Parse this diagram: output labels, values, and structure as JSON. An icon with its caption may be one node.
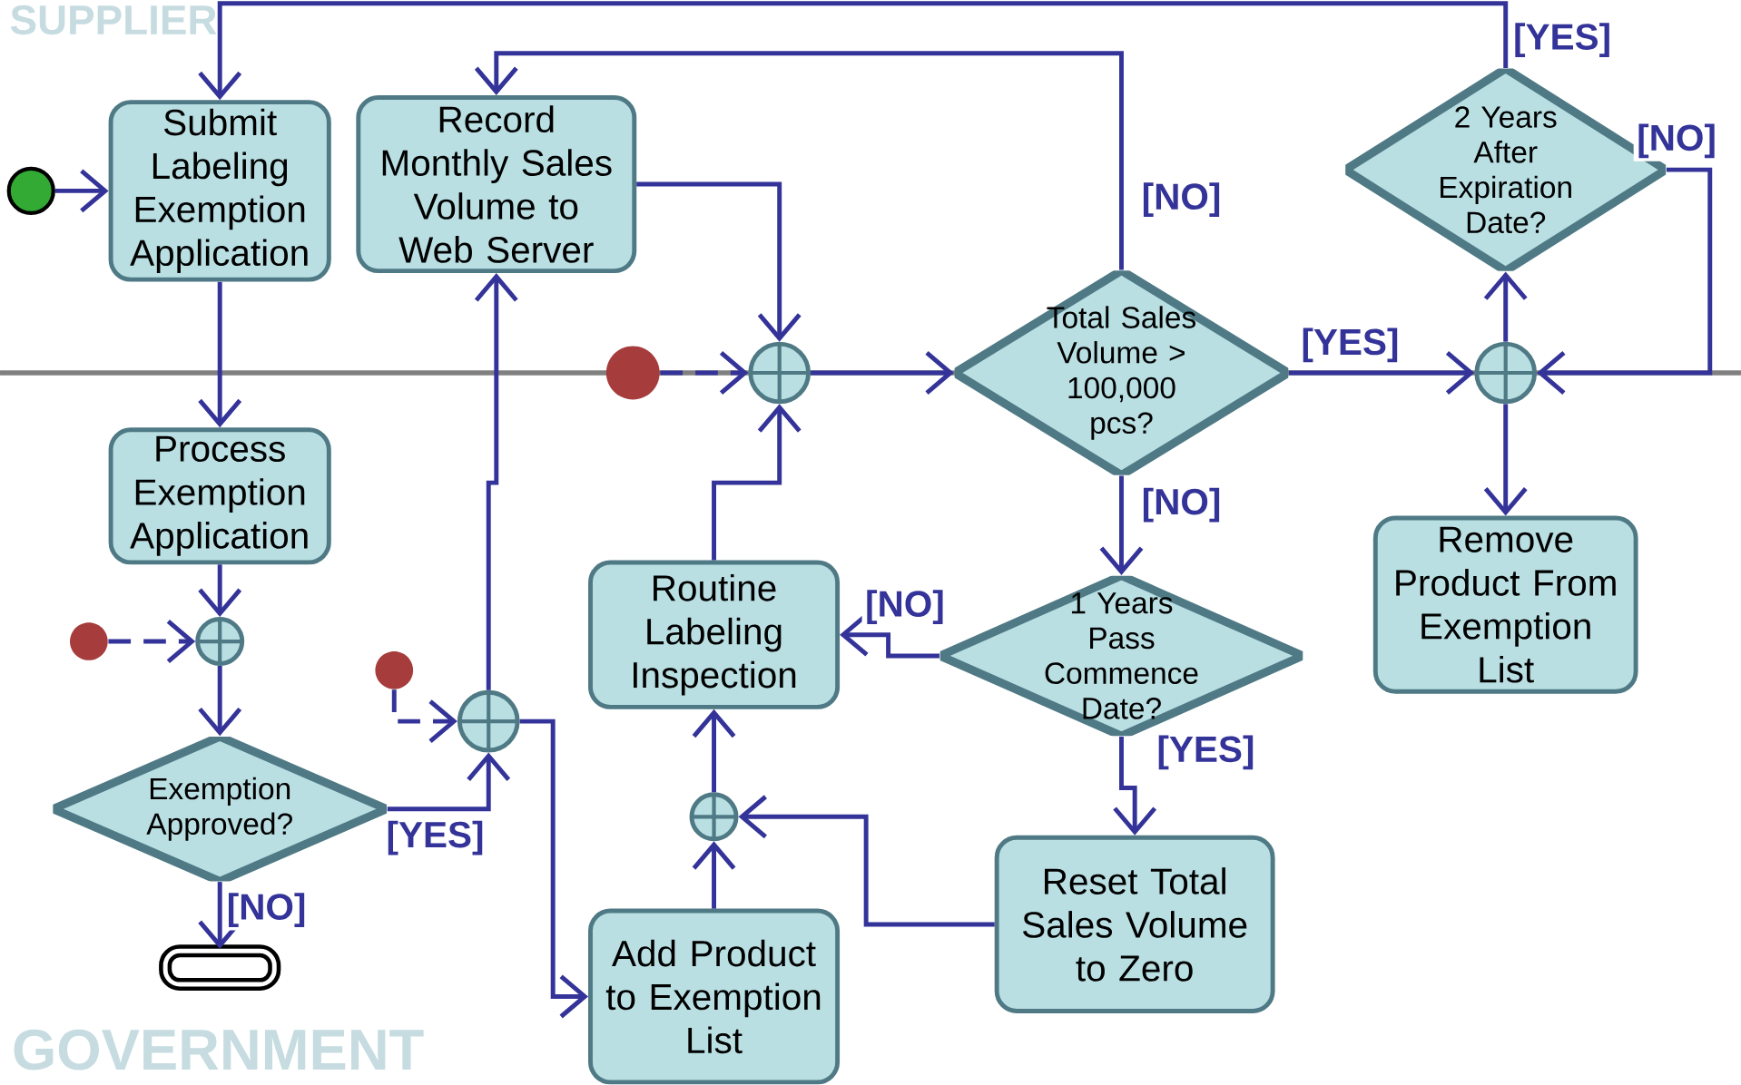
{
  "diagram": {
    "nodes": [
      {
        "text": [
          "Submit Labeling Exemption Application"
        ]
      },
      {
        "text": [
          "Record Monthly Sales Volume to Web Server"
        ]
      },
      {
        "text": [
          "Process Exemption Application"
        ]
      },
      {
        "text": [
          "Routine Labeling Inspection"
        ]
      },
      {
        "text": [
          "Add Product to Exemption List"
        ]
      },
      {
        "text": [
          "Reset Total Sales Volume to Zero"
        ]
      },
      {
        "text": [
          "Remove Product From Exemption List"
        ]
      },
      {
        "text": [
          "Total Sales Volume > 100,000 pcs?"
        ]
      },
      {
        "text": [
          "2 Years After Expiration Date?"
        ]
      },
      {
        "text": [
          "1 Years Pass Commence Date?"
        ]
      },
      {
        "text": [
          "Exemption Approved?"
        ]
      },
      {
        "text": [],
        "shape": "circle"
      },
      {
        "text": [],
        "shape": "oval"
      },
      {
        "text": [],
        "shape": "circle"
      },
      {
        "text": [],
        "shape": "circle"
      },
      {
        "text": [],
        "shape": "circle"
      },
      {
        "text": [],
        "shape": "circle"
      },
      {
        "text": [],
        "shape": "circle"
      },
      {
        "text": [],
        "shape": "circle"
      },
      {
        "text": [],
        "shape": "circle"
      },
      {
        "text": [],
        "shape": "circle"
      }
    ],
    "edges": [
      {
        "from": 11,
        "to": 0,
        "arrow": "to"
      },
      {
        "from": 0,
        "to": 2,
        "arrow": "to"
      },
      {
        "from": 2,
        "to": 16,
        "arrow": "to"
      },
      {
        "from": 13,
        "to": 16,
        "arrow": "to",
        "style": "dashed"
      },
      {
        "from": 16,
        "to": 10,
        "arrow": "to"
      },
      {
        "from": 10,
        "to": 12,
        "arrow": "to",
        "label": "[NO]"
      },
      {
        "from": 10,
        "to": 17,
        "arrow": "to",
        "label": "[YES]"
      },
      {
        "from": 14,
        "to": 17,
        "arrow": "to",
        "style": "dashed"
      },
      {
        "from": 17,
        "to": 1,
        "arrow": "to"
      },
      {
        "from": 17,
        "to": 4,
        "arrow": "to"
      },
      {
        "from": 1,
        "to": 19,
        "arrow": "to"
      },
      {
        "from": 15,
        "to": 19,
        "arrow": "to",
        "style": "dashed"
      },
      {
        "from": 3,
        "to": 19,
        "arrow": "to"
      },
      {
        "from": 19,
        "to": 7,
        "arrow": "to"
      },
      {
        "from": 7,
        "to": 1,
        "arrow": "to",
        "label": "[NO]"
      },
      {
        "from": 7,
        "to": 20,
        "arrow": "to",
        "label": "[YES]"
      },
      {
        "from": 7,
        "to": 9,
        "arrow": "to",
        "label": "[NO]"
      },
      {
        "from": 9,
        "to": 3,
        "arrow": "to",
        "label": "[NO]"
      },
      {
        "from": 9,
        "to": 5,
        "arrow": "to",
        "label": "[YES]"
      },
      {
        "from": 5,
        "to": 18,
        "arrow": "to"
      },
      {
        "from": 4,
        "to": 18,
        "arrow": "to"
      },
      {
        "from": 18,
        "to": 3,
        "arrow": "to"
      },
      {
        "from": 20,
        "to": 8,
        "arrow": "to"
      },
      {
        "from": 8,
        "to": 0,
        "arrow": "to",
        "label": "[YES]"
      },
      {
        "from": 8,
        "to": 20,
        "arrow": "to",
        "label": "[NO]"
      },
      {
        "from": 20,
        "to": 6,
        "arrow": "to"
      }
    ],
    "labels": [
      "SUPPLIER",
      "GOVERNMENT"
    ]
  }
}
